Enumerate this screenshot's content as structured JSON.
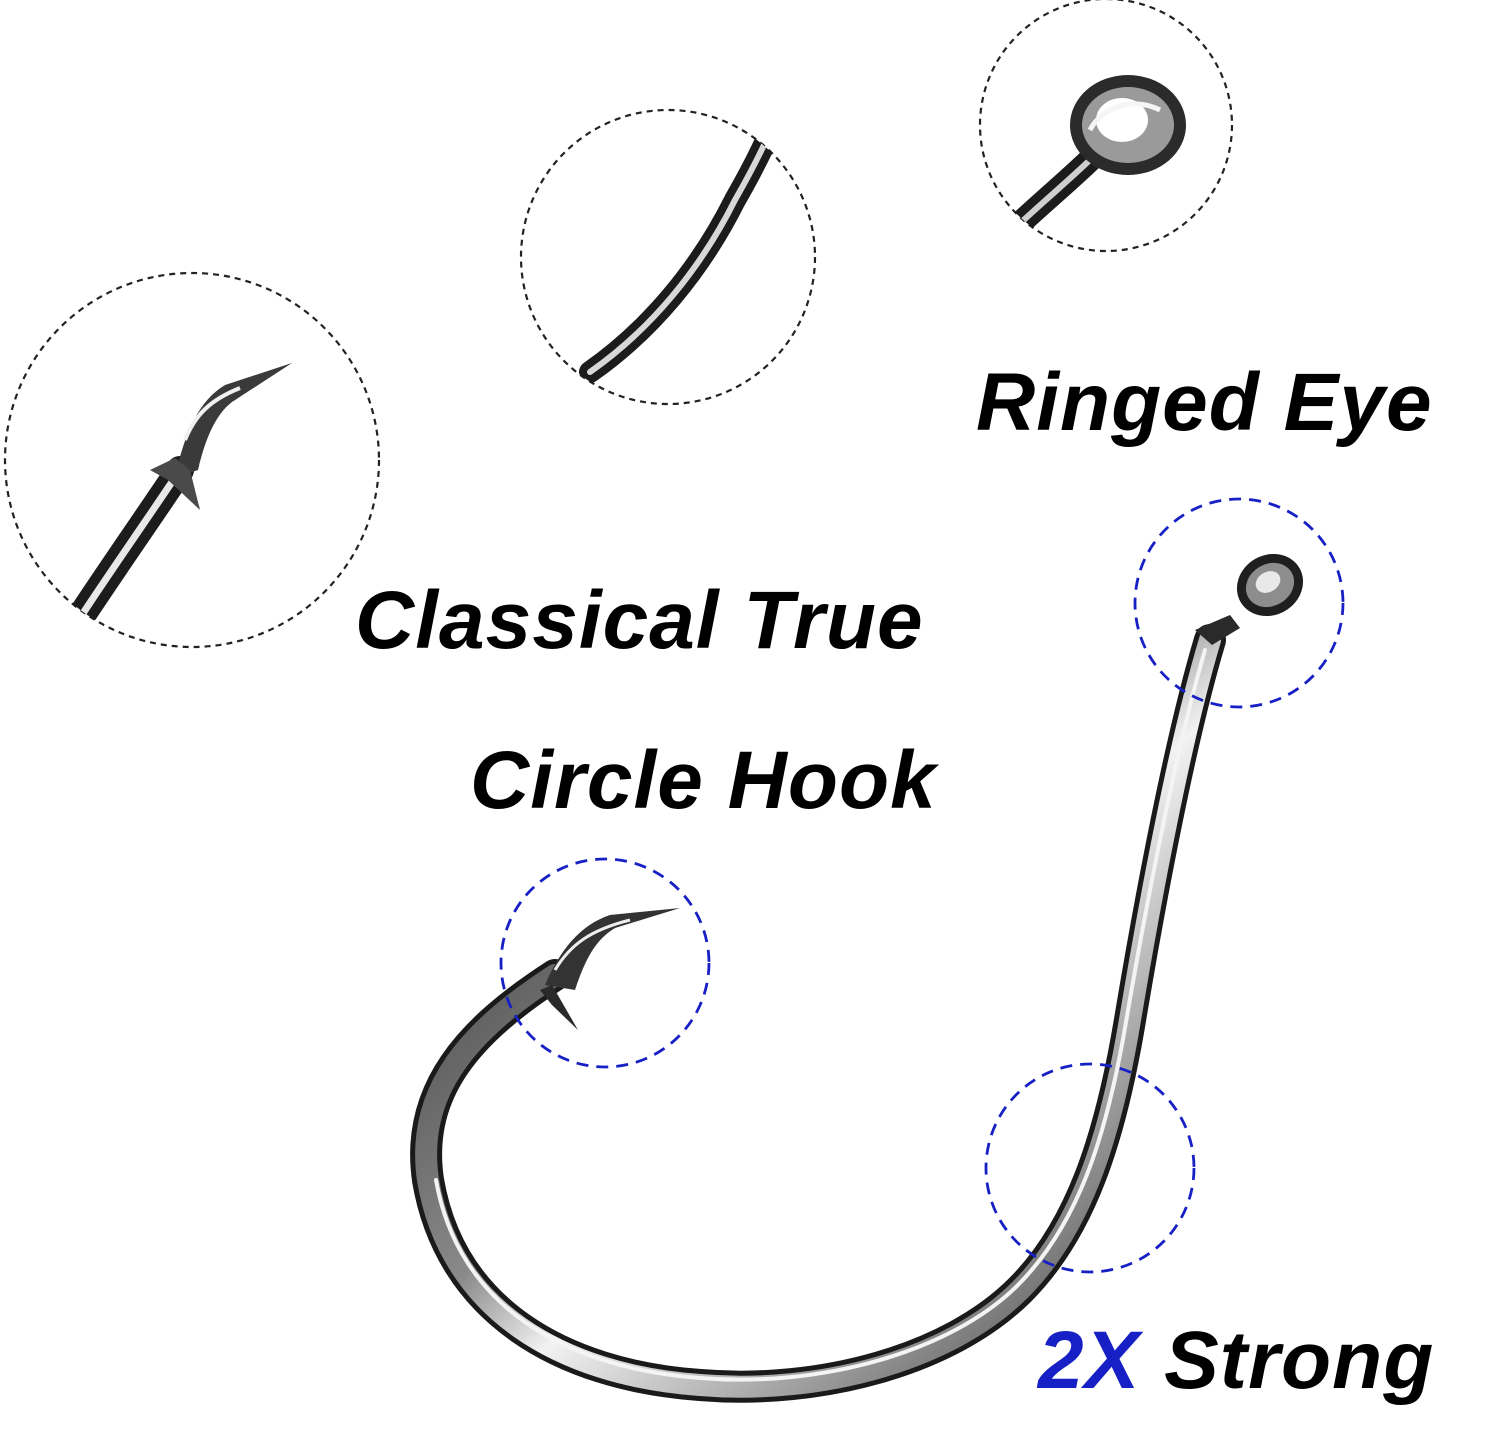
{
  "labels": {
    "ringed_eye": "Ringed Eye",
    "classical_true": "Classical True",
    "circle_hook": "Circle Hook",
    "strength_value": "2X",
    "strength_word": "Strong"
  },
  "colors": {
    "background": "#ffffff",
    "text": "#000000",
    "accent": "#1720c4",
    "metal_dark": "#2b2b2b",
    "metal_mid": "#7a7a7a",
    "metal_light": "#e6e6e6",
    "zoom_circle_dash": "#222222"
  },
  "icons": {
    "hook": "fishing-hook",
    "zoom_point": "magnified-hook-point",
    "zoom_shank": "magnified-hook-shank",
    "zoom_eye": "magnified-ringed-eye"
  }
}
